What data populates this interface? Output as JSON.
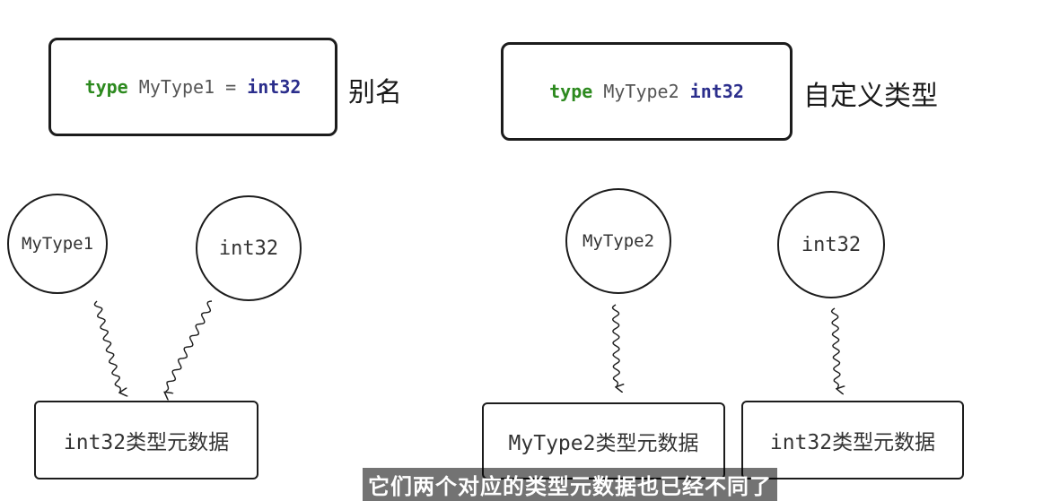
{
  "left": {
    "code": {
      "kw_type": "type",
      "name": "MyType1",
      "eq": "=",
      "kw_int": "int32"
    },
    "label": "别名",
    "circles": [
      "MyType1",
      "int32"
    ],
    "meta": [
      "int32类型元数据"
    ]
  },
  "right": {
    "code": {
      "kw_type": "type",
      "name": "MyType2",
      "kw_int": "int32"
    },
    "label": "自定义类型",
    "circles": [
      "MyType2",
      "int32"
    ],
    "meta": [
      "MyType2类型元数据",
      "int32类型元数据"
    ]
  },
  "subtitle": "它们两个对应的类型元数据也已经不同了",
  "colors": {
    "keyword_type": "#2d8a1f",
    "keyword_int": "#2b2e8c",
    "stroke": "#1c1c1c"
  }
}
